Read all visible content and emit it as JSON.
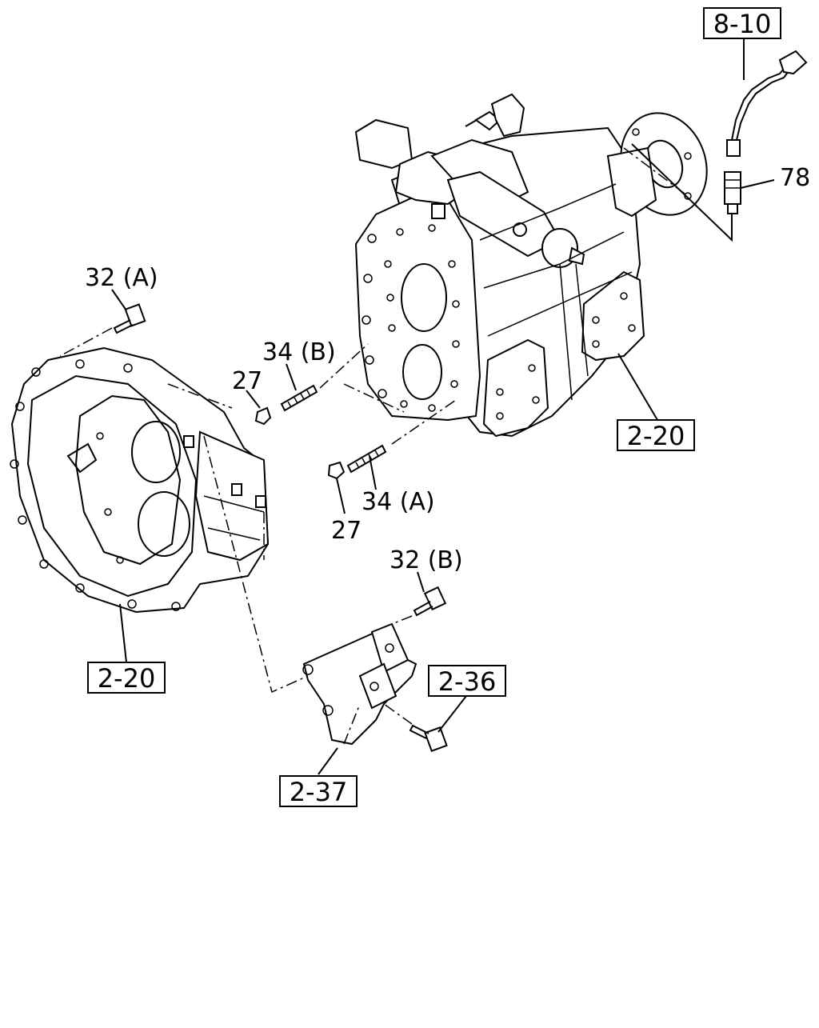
{
  "callouts": {
    "c_8_10": "8-10",
    "c_78": "78",
    "c_32a": "32 (A)",
    "c_34b": "34 (B)",
    "c_27_top": "27",
    "c_2_20_right": "2-20",
    "c_34a": "34 (A)",
    "c_27_bottom": "27",
    "c_32b": "32 (B)",
    "c_2_20_left": "2-20",
    "c_2_36": "2-36",
    "c_2_37": "2-37"
  }
}
